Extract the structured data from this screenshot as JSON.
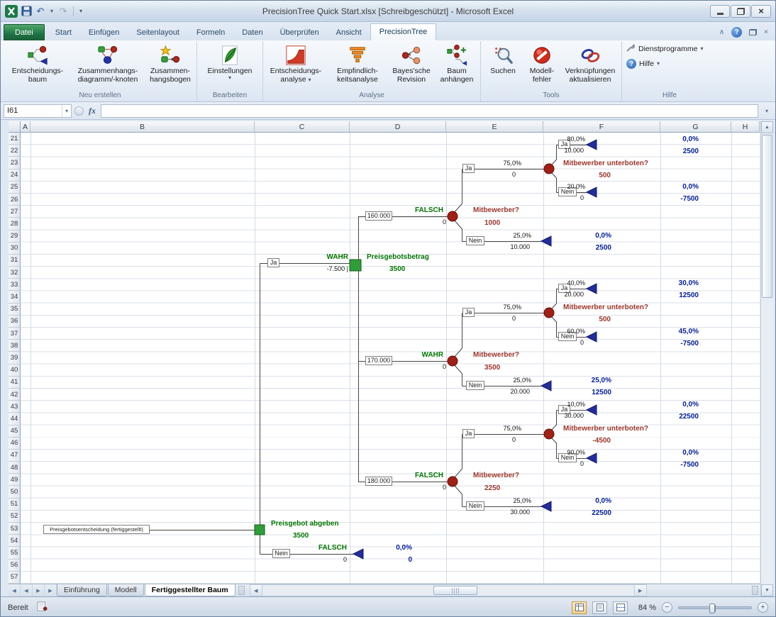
{
  "window": {
    "title": "PrecisionTree Quick Start.xlsx  [Schreibgeschützt] -  Microsoft Excel"
  },
  "icons": {
    "dropdown": "▾",
    "undo": "↶",
    "redo": "↷",
    "ribbon_collapse": "∧",
    "help": "?",
    "window_close": "×",
    "left_arrow": "◀",
    "right_arrow": "▶",
    "up_arrow": "▲",
    "down_arrow": "▼",
    "zoom_out": "−",
    "zoom_in": "+"
  },
  "ribbon": {
    "tabs": [
      "Datei",
      "Start",
      "Einfügen",
      "Seitenlayout",
      "Formeln",
      "Daten",
      "Überprüfen",
      "Ansicht",
      "PrecisionTree"
    ],
    "groups": {
      "neu": "Neu erstellen",
      "bearbeiten": "Bearbeiten",
      "analyse": "Analyse",
      "tools": "Tools",
      "hilfe": "Hilfe"
    },
    "buttons": {
      "baum": [
        "Entscheidungs-",
        "baum"
      ],
      "diagramm": [
        "Zusammenhangs-",
        "diagramm/-knoten"
      ],
      "bogen": [
        "Zusammen-",
        "hangsbogen"
      ],
      "einstellungen": [
        "Einstellungen",
        ""
      ],
      "analyse": [
        "Entscheidungs-",
        "analyse"
      ],
      "empfindlichkeit": [
        "Empfindlich-",
        "keitsanalyse"
      ],
      "bayes": [
        "Bayes'sche",
        "Revision"
      ],
      "anhaengen": [
        "Baum",
        "anhängen"
      ],
      "suchen": [
        "Suchen",
        ""
      ],
      "modellfehler": [
        "Modell-",
        "fehler"
      ],
      "verknuepfungen": [
        "Verknüpfungen",
        "aktualisieren"
      ],
      "dienstprogramme": "Dienstprogramme",
      "hilfe": "Hilfe"
    }
  },
  "formula_bar": {
    "name_box": "I61",
    "fx_label": "fx",
    "value": ""
  },
  "grid": {
    "columns": [
      "A",
      "B",
      "C",
      "D",
      "E",
      "F",
      "G",
      "H"
    ],
    "rows": [
      21,
      22,
      23,
      24,
      25,
      26,
      27,
      28,
      29,
      30,
      31,
      32,
      33,
      34,
      35,
      36,
      37,
      38,
      39,
      40,
      41,
      42,
      43,
      44,
      45,
      46,
      47,
      48,
      49,
      50,
      51,
      52,
      53,
      54,
      55,
      56,
      57
    ]
  },
  "tree": {
    "root_box": "Preisgebotsentscheidung (fertiggestellt)",
    "root": {
      "name": "Preisgebot abgeben",
      "value": "3500"
    },
    "abgeben": {
      "label": "Ja",
      "state": "WAHR",
      "value": "-7.500 |"
    },
    "nicht_abgeben": {
      "label": "Nein",
      "state": "FALSCH",
      "value": "0",
      "result_pct": "0,0%",
      "result_value": "0"
    },
    "betrag": {
      "name": "Preisgebotsbetrag",
      "value": "3500"
    },
    "bids": [
      {
        "amount": "160.000",
        "state": "FALSCH",
        "value": "0",
        "chance_name": "Mitbewerber?",
        "chance_value": "1000",
        "ja": {
          "label": "Ja",
          "pct": "75,0%",
          "value": "0"
        },
        "unterboten": {
          "name": "Mitbewerber unterboten?",
          "value": "500",
          "ja": {
            "label": "Ja",
            "pct": "80,0%",
            "value": "10.000",
            "result_pct": "0,0%",
            "result_value": "2500"
          },
          "nein": {
            "label": "Nein",
            "pct": "20,0%",
            "value": "0",
            "result_pct": "0,0%",
            "result_value": "-7500"
          }
        },
        "nein": {
          "label": "Nein",
          "pct": "25,0%",
          "value": "10.000",
          "result_pct": "0,0%",
          "result_value": "2500"
        }
      },
      {
        "amount": "170.000",
        "state": "WAHR",
        "value": "0",
        "chance_name": "Mitbewerber?",
        "chance_value": "3500",
        "ja": {
          "label": "Ja",
          "pct": "75,0%",
          "value": "0"
        },
        "unterboten": {
          "name": "Mitbewerber unterboten?",
          "value": "500",
          "ja": {
            "label": "Ja",
            "pct": "40,0%",
            "value": "20.000",
            "result_pct": "30,0%",
            "result_value": "12500"
          },
          "nein": {
            "label": "Nein",
            "pct": "60,0%",
            "value": "0",
            "result_pct": "45,0%",
            "result_value": "-7500"
          }
        },
        "nein": {
          "label": "Nein",
          "pct": "25,0%",
          "value": "20.000",
          "result_pct": "25,0%",
          "result_value": "12500"
        }
      },
      {
        "amount": "180.000",
        "state": "FALSCH",
        "value": "0",
        "chance_name": "Mitbewerber?",
        "chance_value": "2250",
        "ja": {
          "label": "Ja",
          "pct": "75,0%",
          "value": "0"
        },
        "unterboten": {
          "name": "Mitbewerber unterboten?",
          "value": "-4500",
          "ja": {
            "label": "Ja",
            "pct": "10,0%",
            "value": "30.000",
            "result_pct": "0,0%",
            "result_value": "22500"
          },
          "nein": {
            "label": "Nein",
            "pct": "90,0%",
            "value": "0",
            "result_pct": "0,0%",
            "result_value": "-7500"
          }
        },
        "nein": {
          "label": "Nein",
          "pct": "25,0%",
          "value": "30.000",
          "result_pct": "0,0%",
          "result_value": "22500"
        }
      }
    ]
  },
  "sheet_tabs": {
    "tabs": [
      "Einführung",
      "Modell",
      "Fertiggestellter Baum"
    ]
  },
  "status_bar": {
    "mode": "Bereit",
    "zoom": "84 %"
  }
}
